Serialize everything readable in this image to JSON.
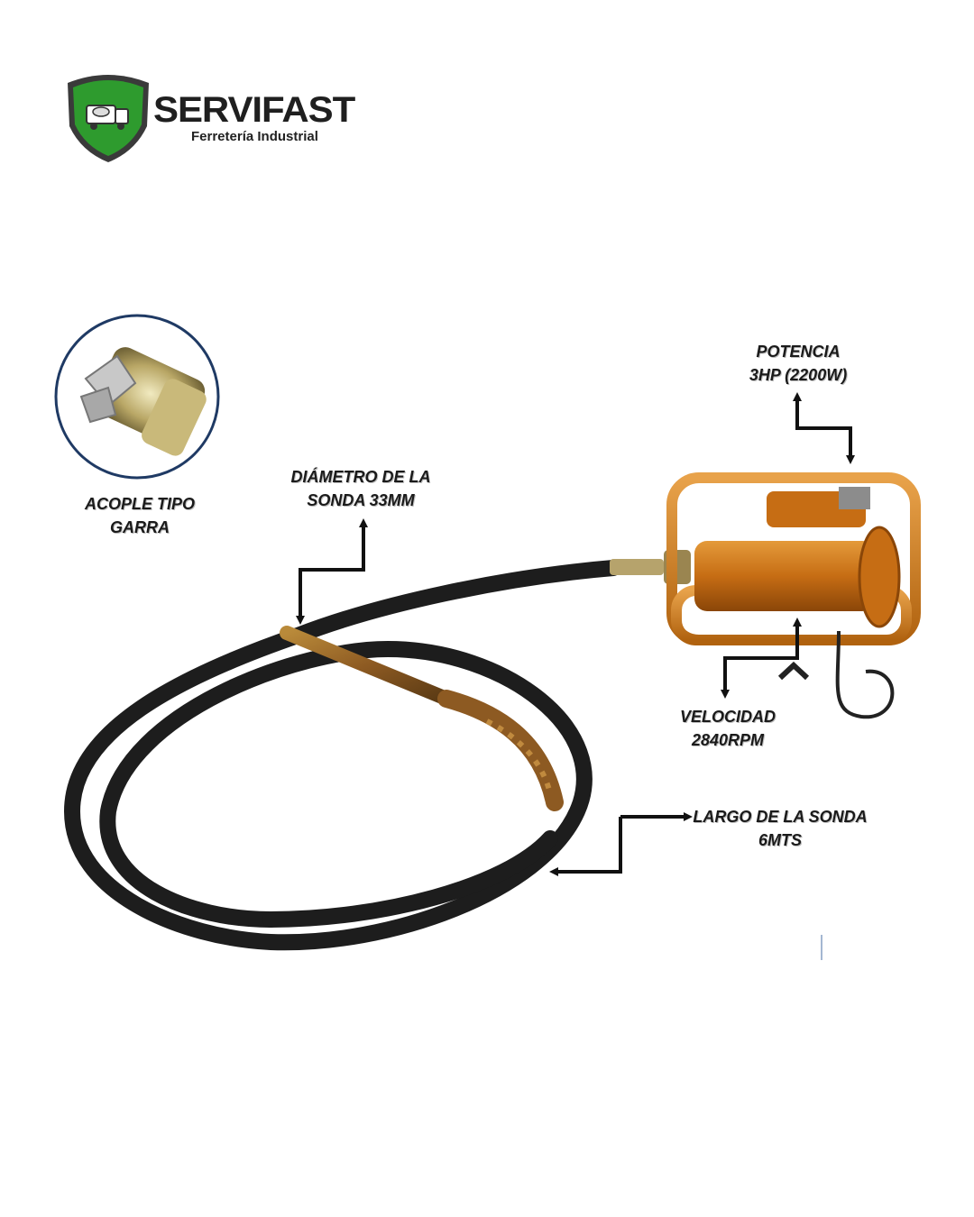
{
  "brand": {
    "name": "SERVIFAST",
    "tagline": "Ferretería Industrial",
    "colors": {
      "shield_green": "#2e9b2e",
      "shield_border": "#3a3a3a",
      "text": "#1f1f1f"
    }
  },
  "product_image": {
    "motor_color": "#c9761e",
    "hose_color": "#1d1d1d"
  },
  "annotations": {
    "coupling": {
      "line1": "ACOPLE TIPO",
      "line2": "GARRA"
    },
    "diameter": {
      "line1": "DIÁMETRO DE LA",
      "line2": "SONDA 33MM"
    },
    "power": {
      "line1": "POTENCIA",
      "line2": "3HP (2200W)"
    },
    "speed": {
      "line1": "VELOCIDAD",
      "line2": "2840RPM"
    },
    "length": {
      "line1": "LARGO DE LA SONDA",
      "line2": "6MTS"
    }
  }
}
